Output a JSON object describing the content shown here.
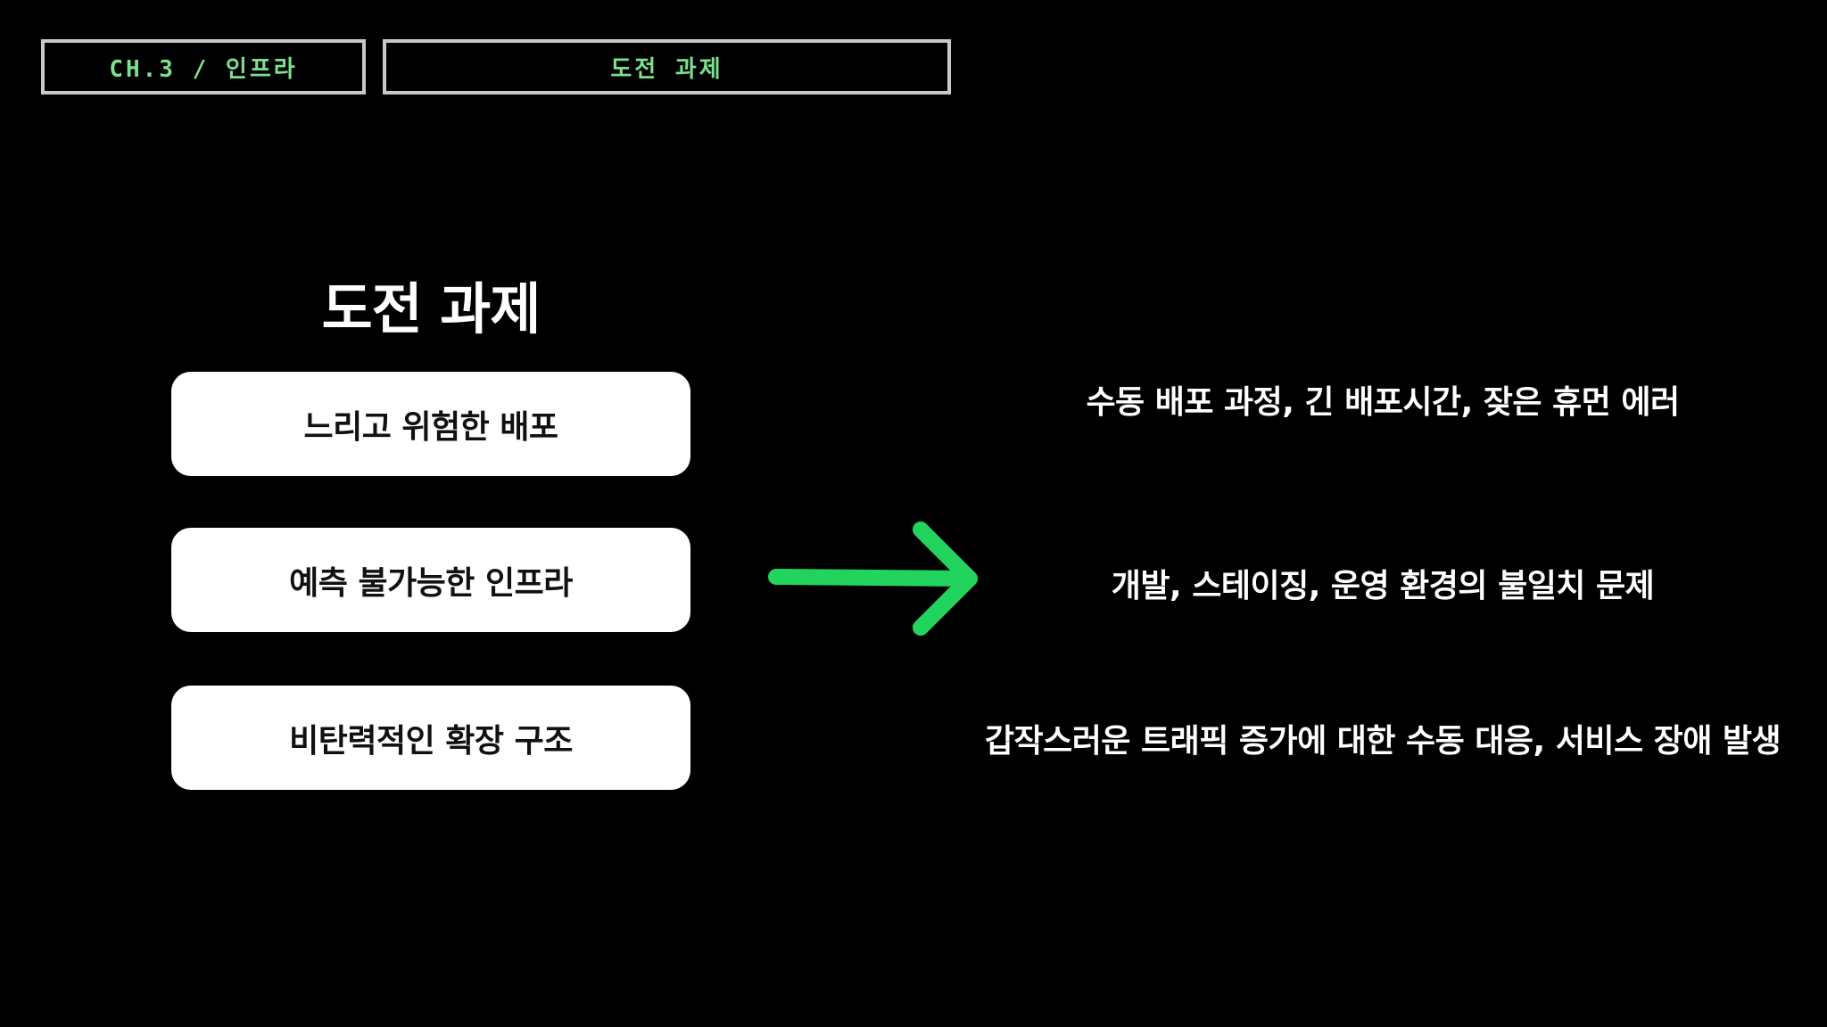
{
  "header": {
    "chapter": "CH.3 / 인프라",
    "section": "도전 과제"
  },
  "slide": {
    "title": "도전 과제",
    "challenges": [
      "느리고 위험한 배포",
      "예측 불가능한 인프라",
      "비탄력적인 확장 구조"
    ],
    "details": [
      "수동 배포 과정, 긴 배포시간, 잦은 휴먼 에러",
      "개발, 스테이징, 운영 환경의 불일치 문제",
      "갑작스러운 트래픽 증가에 대한 수동 대응, 서비스 장애 발생"
    ]
  },
  "colors": {
    "background": "#000000",
    "accent_green": "#22d45e",
    "header_text": "#7ee08f",
    "header_border": "#c8c8c8",
    "card_background": "#ffffff"
  },
  "icons": {
    "arrow": "arrow-right-icon"
  }
}
